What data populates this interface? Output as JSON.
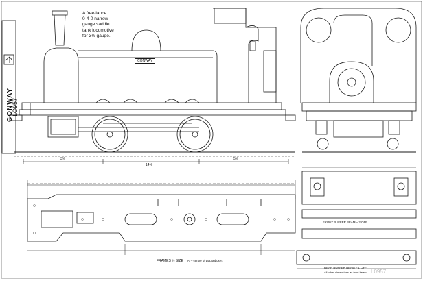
{
  "title_block": {
    "name": "CONWAY",
    "code": "LO957"
  },
  "description_lines": [
    "A free-lance",
    "0-4-0 narrow",
    "gauge saddle",
    "tank locomotive",
    "for 3½ gauge."
  ],
  "loco_nameplate": "CONWAY",
  "labels": {
    "frames_caption": "FRAMES ½ SIZE",
    "frames_note": "'A' – centre of wagonboxes",
    "front_buffer_beam": "FRONT BUFFER BEAM – 2 OFF",
    "rear_buffer_beam": "REAR BUFFER BEAM – 1 OFF",
    "rear_buffer_note": "All other dimensions as front beam",
    "overall_length": "14⅝",
    "dim_left": "3⅝",
    "dim_right": "5⅝",
    "ref_number": "L0957"
  },
  "colors": {
    "ink": "#1a1a1a",
    "paper": "#ffffff",
    "faint": "#8a8a8a"
  }
}
